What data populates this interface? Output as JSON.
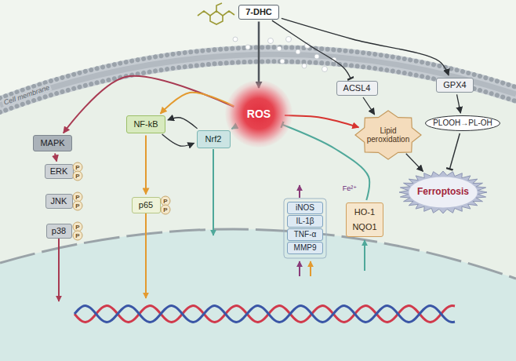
{
  "diagram": {
    "nodes": [
      {
        "text": [
          "7-DHC"
        ]
      },
      {
        "text": [
          "ROS"
        ]
      },
      {
        "text": [
          "MAPK"
        ]
      },
      {
        "text": [
          "ERK"
        ]
      },
      {
        "text": [
          "JNK"
        ]
      },
      {
        "text": [
          "p38"
        ]
      },
      {
        "text": [
          "NF-kB"
        ]
      },
      {
        "text": [
          "p65"
        ]
      },
      {
        "text": [
          "Nrf2"
        ]
      },
      {
        "text": [
          "iNOS"
        ]
      },
      {
        "text": [
          "IL-1β"
        ]
      },
      {
        "text": [
          "TNF-α"
        ]
      },
      {
        "text": [
          "MMP9"
        ]
      },
      {
        "text": [
          "HO-1",
          "NQO1"
        ]
      },
      {
        "text": [
          "ACSL4"
        ]
      },
      {
        "text": [
          "GPX4"
        ]
      },
      {
        "text": [
          "Lipid peroxidation"
        ]
      },
      {
        "text": [
          "PLOOH→PL-OH"
        ]
      },
      {
        "text": [
          "Ferroptosis"
        ]
      }
    ],
    "edges": [
      {
        "from": 0,
        "to": 1,
        "arrow": "to"
      },
      {
        "from": 1,
        "to": 2,
        "arrow": "to"
      },
      {
        "from": 2,
        "to": 3,
        "arrow": "to"
      },
      {
        "from": 1,
        "to": 6,
        "arrow": "to"
      },
      {
        "from": 6,
        "to": 7,
        "arrow": "to"
      },
      {
        "from": 8,
        "to": 6,
        "arrow": "to"
      },
      {
        "from": 6,
        "to": 8,
        "arrow": "to"
      },
      {
        "from": 1,
        "to": 8,
        "arrow": "to"
      },
      {
        "from": 1,
        "to": 16,
        "arrow": "to"
      },
      {
        "from": 0,
        "to": 14,
        "arrow": "to"
      },
      {
        "from": 14,
        "to": 16,
        "arrow": "to"
      },
      {
        "from": 0,
        "to": 15,
        "arrow": "to"
      },
      {
        "from": 15,
        "to": 17,
        "arrow": "to"
      },
      {
        "from": 17,
        "to": 18,
        "arrow": "to"
      },
      {
        "from": 16,
        "to": 18,
        "arrow": "to"
      },
      {
        "from": 13,
        "to": 1,
        "arrow": "to"
      }
    ],
    "labels": [
      "Cell membrane",
      "P",
      "P",
      "P",
      "P",
      "P",
      "P",
      "P",
      "P",
      "Fe²⁺"
    ]
  }
}
